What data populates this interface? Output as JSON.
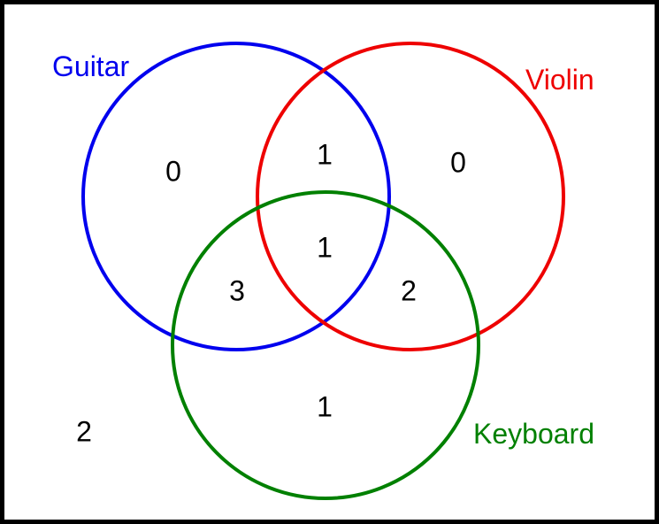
{
  "sets": {
    "guitar": {
      "label": "Guitar",
      "color": "#0000ee"
    },
    "violin": {
      "label": "Violin",
      "color": "#ee0000"
    },
    "keyboard": {
      "label": "Keyboard",
      "color": "#008000"
    }
  },
  "regions": {
    "guitar_only": "0",
    "violin_only": "0",
    "guitar_violin": "1",
    "all_three": "1",
    "guitar_keyboard": "3",
    "violin_keyboard": "2",
    "keyboard_only": "1",
    "outside": "2"
  }
}
